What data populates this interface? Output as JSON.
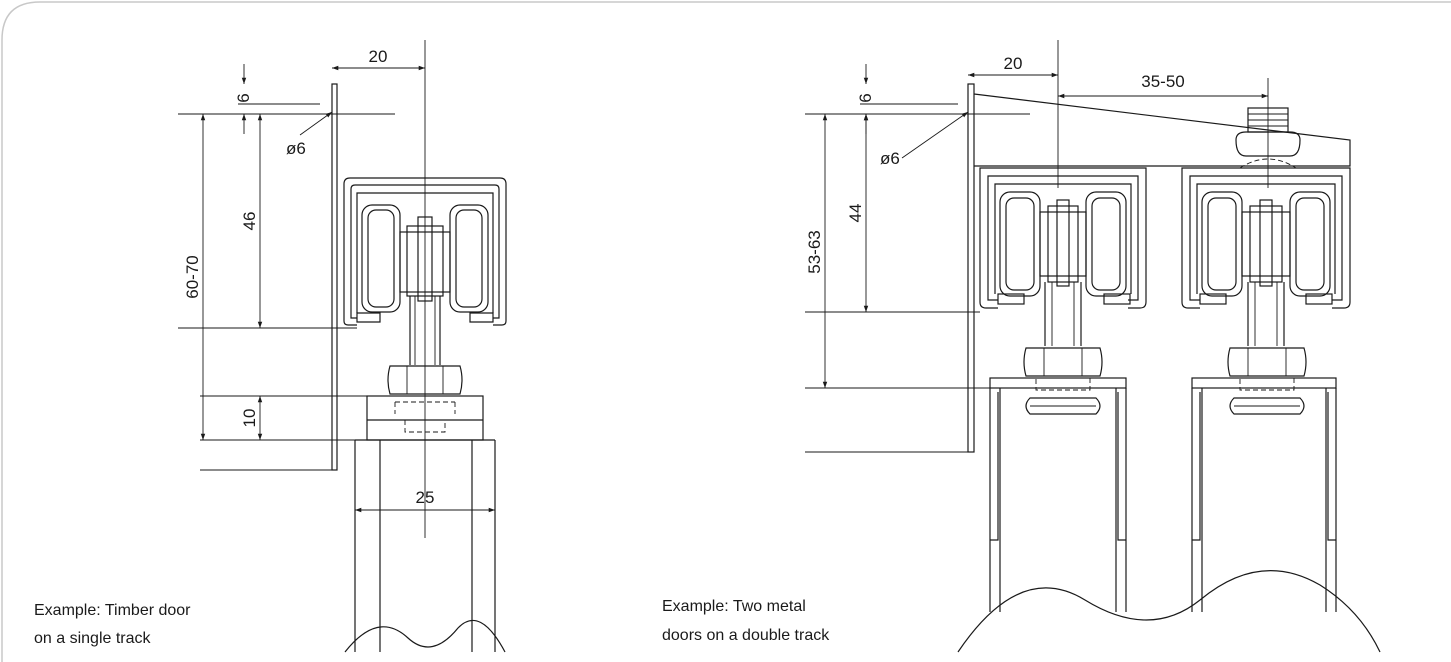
{
  "left": {
    "dims": {
      "top_width": "20",
      "top_gap": "6",
      "height_total": "60-70",
      "height_track": "46",
      "height_bottom": "10",
      "door_width": "25",
      "hole": "ø6"
    },
    "caption": [
      "Example: Timber door",
      "on a single track"
    ]
  },
  "right": {
    "dims": {
      "top_width": "20",
      "offset": "35-50",
      "top_gap": "6",
      "height_total": "53-63",
      "height_track": "44",
      "hole": "ø6"
    },
    "caption": [
      "Example: Two metal",
      "doors on a double track"
    ]
  },
  "colors": {
    "line": "#1a1a1a",
    "frame": "#c8c8c8",
    "background": "#ffffff"
  }
}
